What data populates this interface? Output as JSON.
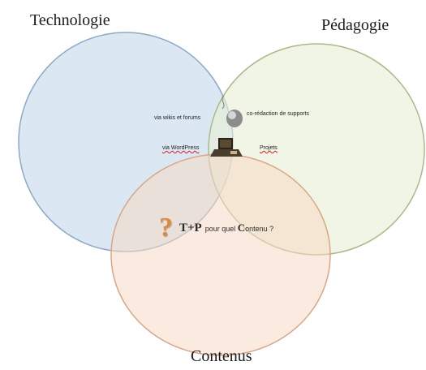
{
  "diagram": {
    "sets": {
      "technologie": "Technologie",
      "pedagogie": "Pédagogie",
      "contenus": "Contenus"
    },
    "intersections": {
      "wikis": "via wikis et forums",
      "wordpress": "via WordPress",
      "coredaction": "co-rédaction de supports",
      "projets": "Projets"
    },
    "center": {
      "question_mark": "?",
      "tp": "T+P",
      "pour_quel": " pour quel ",
      "c_letter": "C",
      "ontenu": "ontenu ?"
    },
    "colors": {
      "technologie_fill": "#cfe0ef",
      "technologie_stroke": "#8fa9c2",
      "pedagogie_fill": "#e7eed4",
      "pedagogie_stroke": "#a9b98a",
      "contenus_fill": "#f6d9c4",
      "contenus_stroke": "#d9a784",
      "question_mark": "#e08a3c"
    },
    "icons": [
      "mouse-icon",
      "laptop-icon"
    ]
  }
}
